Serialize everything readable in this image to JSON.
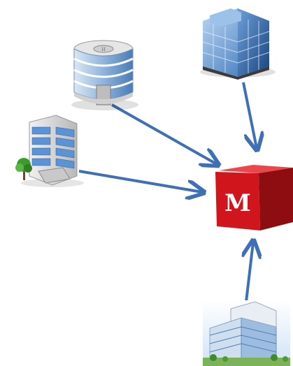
{
  "hub": {
    "letter": "M",
    "color": "#d0161c",
    "side_color": "#8e0d10",
    "top_color": "#e8484b"
  },
  "nodes": [
    {
      "id": "glass-tower",
      "icon": "glass-office-tower-icon"
    },
    {
      "id": "round-office",
      "icon": "round-office-building-icon"
    },
    {
      "id": "office-with-tree",
      "icon": "office-building-with-tree-icon"
    },
    {
      "id": "campus",
      "icon": "office-campus-icon"
    }
  ],
  "arrow_color": "#3f6fb5"
}
